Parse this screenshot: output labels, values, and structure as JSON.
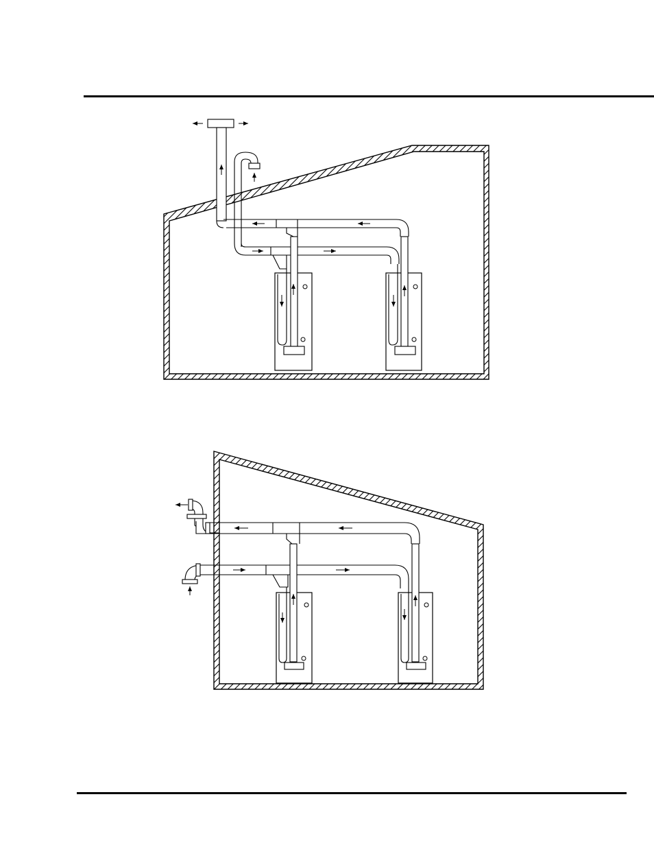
{
  "diagrams": [
    {
      "name": "vertical-vent-termination",
      "heater_count": 2
    },
    {
      "name": "horizontal-sidewall-termination",
      "heater_count": 2
    }
  ]
}
